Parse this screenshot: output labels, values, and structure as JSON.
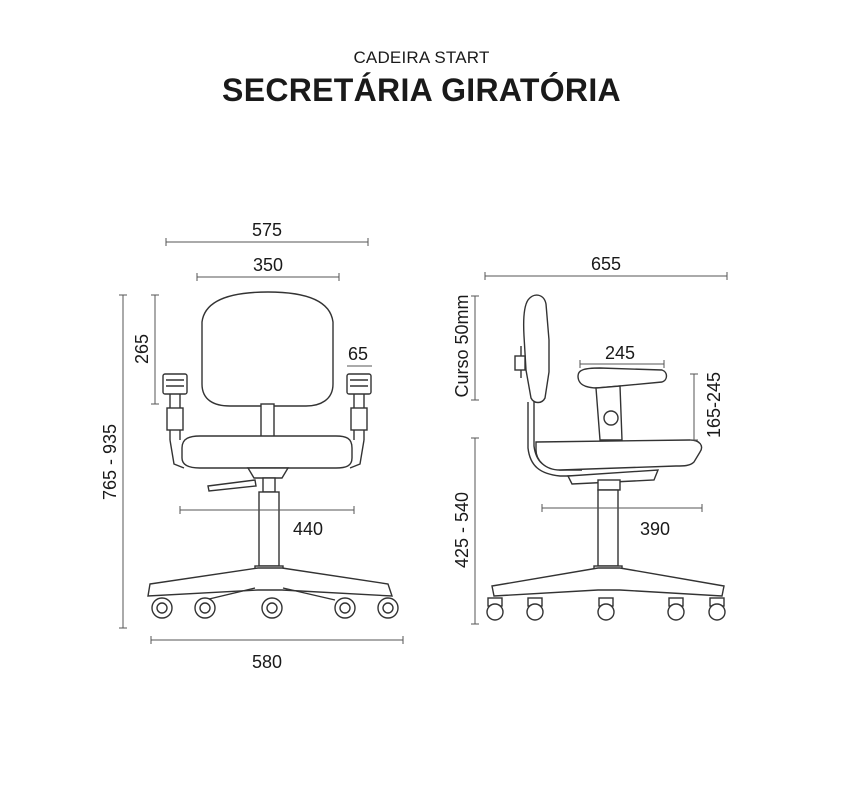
{
  "header": {
    "subtitle": "CADEIRA START",
    "title": "SECRETÁRIA GIRATÓRIA"
  },
  "front_view": {
    "width_arms": "575",
    "width_back": "350",
    "back_height": "265",
    "armrest_width": "65",
    "total_height": "765 - 935",
    "seat_width": "440",
    "base_width": "580"
  },
  "side_view": {
    "depth_total": "655",
    "backrest_travel": "Curso 50mm",
    "armrest_depth": "245",
    "armrest_height": "165-245",
    "seat_height": "425 - 540",
    "seat_depth": "390"
  }
}
